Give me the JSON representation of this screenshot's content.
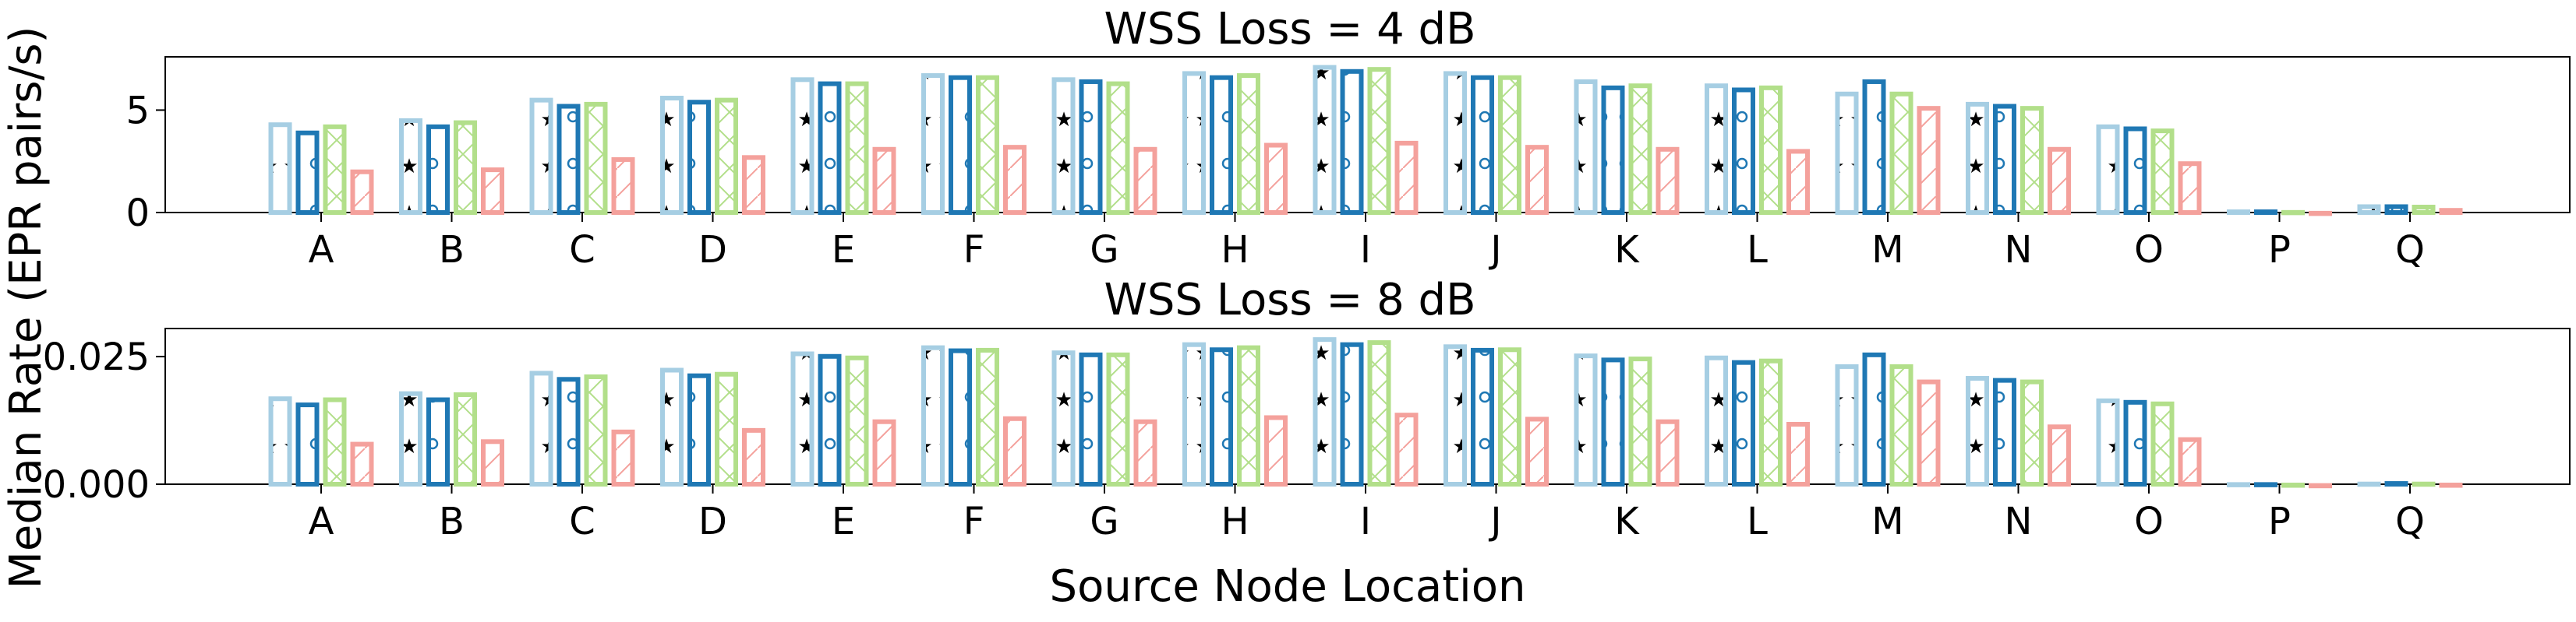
{
  "figure": {
    "ylabel": "Median Rate (EPR pairs/s)",
    "xlabel": "Source Node Location"
  },
  "style": {
    "series_colors": [
      "#a6cee3",
      "#1f78b4",
      "#b2df8a",
      "#f4a19c"
    ],
    "series_hatches": [
      "star",
      "circle",
      "cross",
      "diagonal"
    ]
  },
  "chart_data": [
    {
      "type": "bar",
      "title": "WSS Loss = 4 dB",
      "categories": [
        "A",
        "B",
        "C",
        "D",
        "E",
        "F",
        "G",
        "H",
        "I",
        "J",
        "K",
        "L",
        "M",
        "N",
        "O",
        "P",
        "Q"
      ],
      "ylim": [
        0,
        7.6
      ],
      "yticks": [
        0,
        5
      ],
      "ytick_labels": [
        "0",
        "5"
      ],
      "grid": false,
      "series": [
        {
          "values": [
            4.4,
            4.6,
            5.6,
            5.7,
            6.6,
            6.8,
            6.6,
            6.9,
            7.2,
            6.9,
            6.5,
            6.3,
            5.9,
            5.4,
            4.3,
            0.15,
            0.4
          ]
        },
        {
          "values": [
            4.0,
            4.3,
            5.3,
            5.5,
            6.4,
            6.7,
            6.5,
            6.7,
            7.0,
            6.7,
            6.2,
            6.1,
            6.5,
            5.3,
            4.2,
            0.15,
            0.4
          ]
        },
        {
          "values": [
            4.3,
            4.5,
            5.4,
            5.6,
            6.4,
            6.7,
            6.4,
            6.8,
            7.1,
            6.7,
            6.3,
            6.2,
            5.9,
            5.2,
            4.1,
            0.12,
            0.38
          ]
        },
        {
          "values": [
            2.1,
            2.2,
            2.7,
            2.8,
            3.2,
            3.3,
            3.2,
            3.4,
            3.5,
            3.3,
            3.2,
            3.1,
            5.2,
            3.2,
            2.5,
            0.08,
            0.22
          ]
        }
      ]
    },
    {
      "type": "bar",
      "title": "WSS Loss = 8 dB",
      "categories": [
        "A",
        "B",
        "C",
        "D",
        "E",
        "F",
        "G",
        "H",
        "I",
        "J",
        "K",
        "L",
        "M",
        "N",
        "O",
        "P",
        "Q"
      ],
      "ylim": [
        0,
        0.0305
      ],
      "yticks": [
        0,
        0.025
      ],
      "ytick_labels": [
        "0.000",
        "0.025"
      ],
      "grid": false,
      "series": [
        {
          "values": [
            0.0172,
            0.0182,
            0.0222,
            0.0228,
            0.026,
            0.0272,
            0.0262,
            0.0278,
            0.0288,
            0.0274,
            0.0256,
            0.0252,
            0.0235,
            0.0212,
            0.0168,
            0.0004,
            0.0005
          ]
        },
        {
          "values": [
            0.016,
            0.017,
            0.021,
            0.0217,
            0.0255,
            0.0266,
            0.0258,
            0.0268,
            0.0278,
            0.0267,
            0.0248,
            0.0243,
            0.0258,
            0.0208,
            0.0165,
            0.0004,
            0.0006
          ]
        },
        {
          "values": [
            0.017,
            0.018,
            0.0215,
            0.022,
            0.0252,
            0.0267,
            0.0258,
            0.0272,
            0.0282,
            0.0268,
            0.025,
            0.0246,
            0.0235,
            0.0205,
            0.0162,
            0.0003,
            0.0005
          ]
        },
        {
          "values": [
            0.0083,
            0.0088,
            0.0107,
            0.011,
            0.0127,
            0.0133,
            0.0127,
            0.0135,
            0.014,
            0.0132,
            0.0127,
            0.0122,
            0.0205,
            0.0117,
            0.0092,
            0.0002,
            0.0003
          ]
        }
      ]
    }
  ]
}
